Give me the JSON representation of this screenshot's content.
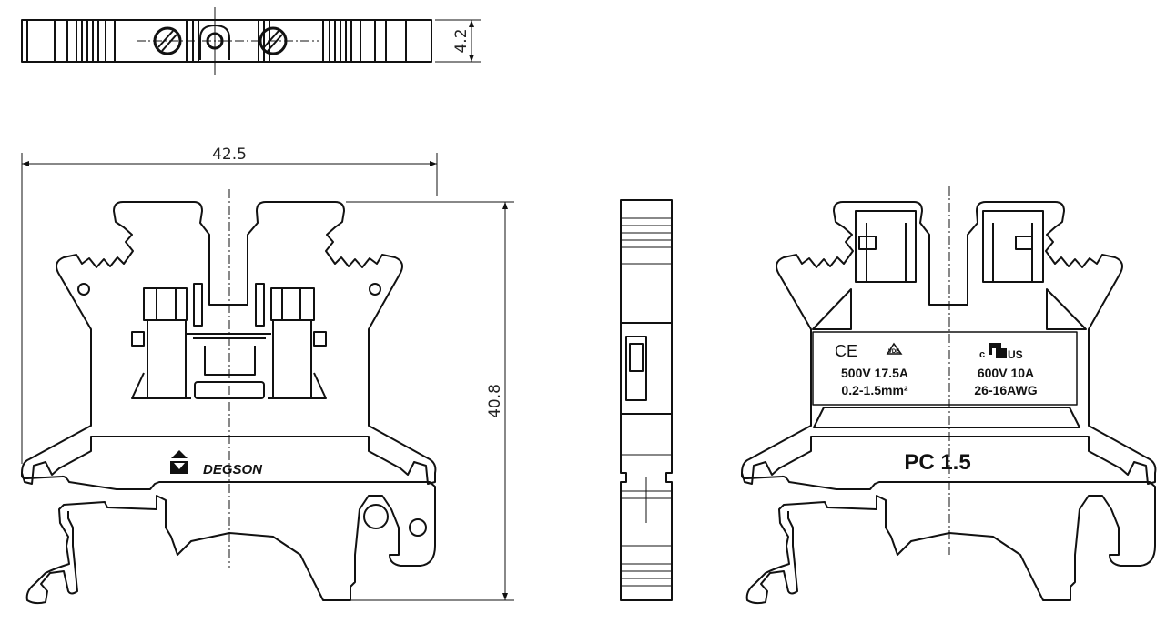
{
  "drawing": {
    "top_view": {
      "height_dim": "4.2"
    },
    "front_view": {
      "width_dim": "42.5",
      "height_dim": "40.8",
      "brand": "DEGSON"
    },
    "rear_view": {
      "marks": {
        "ce": "CE",
        "vde": "VDE",
        "ul_c": "c",
        "ul_us": "US"
      },
      "rating_left_1": "500V 17.5A",
      "rating_left_2": "0.2-1.5mm²",
      "rating_right_1": "600V  10A",
      "rating_right_2": "26-16AWG",
      "model": "PC 1.5"
    }
  }
}
